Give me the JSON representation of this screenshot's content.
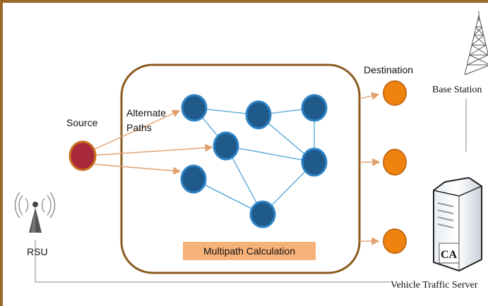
{
  "labels": {
    "source": "Source",
    "alternate_line1": "Alternate",
    "alternate_line2": "Paths",
    "destination": "Destination",
    "base_station": "Base Station",
    "rsu": "RSU",
    "multipath": "Multipath Calculation",
    "ca": "CA",
    "vehicle_traffic_server": "Vehicle Traffic Server"
  },
  "colors": {
    "frame": "#9b6a2b",
    "cloud_border": "#8b5a1e",
    "source_node": "#a8293a",
    "network_node": "#1f5a8a",
    "network_edge": "#4aa3d6",
    "destination_node": "#f0820f",
    "arrow": "#e0a070",
    "multipath_box": "#f7b27a",
    "gray_line": "#8a8a8a"
  }
}
